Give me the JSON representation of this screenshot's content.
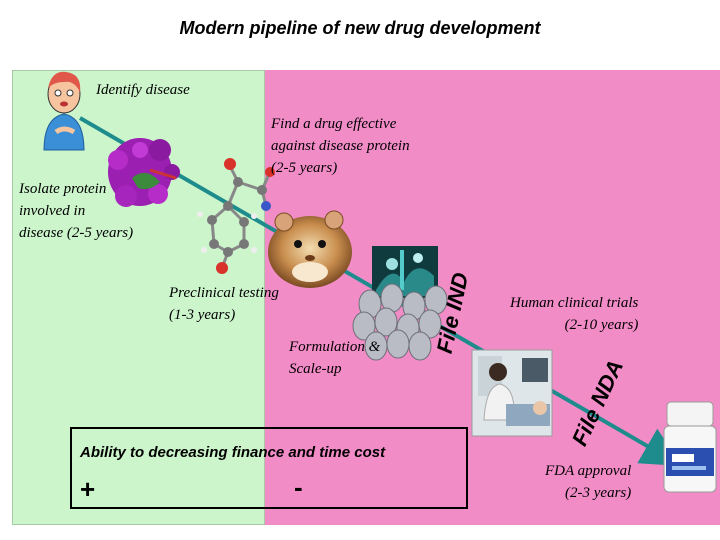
{
  "title": "Modern pipeline of new drug development",
  "steps": {
    "identify": "Identify disease",
    "isolate": "Isolate protein\ninvolved in\ndisease (2-5 years)",
    "find_drug": "Find a drug effective\nagainst disease protein\n(2-5 years)",
    "preclinical": "Preclinical testing\n(1-3 years)",
    "formulation": "Formulation &\nScale-up",
    "clinical": "Human clinical trials\n(2-10 years)",
    "fda": "FDA approval\n(2-3 years)"
  },
  "milestones": {
    "ind": "File IND",
    "nda": "File NDA"
  },
  "cost_box": {
    "title": "Ability to decreasing finance and time cost",
    "plus": "+",
    "minus": "-"
  },
  "colors": {
    "left_panel": "#ccf5cc",
    "right_panel": "#f28cc7",
    "arrow": "#1e8c8c"
  },
  "icons": [
    "patient-icon",
    "protein-icon",
    "molecule-icon",
    "hamster-icon",
    "lab-image-icon",
    "pills-icon",
    "doctor-patient-icon",
    "pill-bottle-icon"
  ]
}
